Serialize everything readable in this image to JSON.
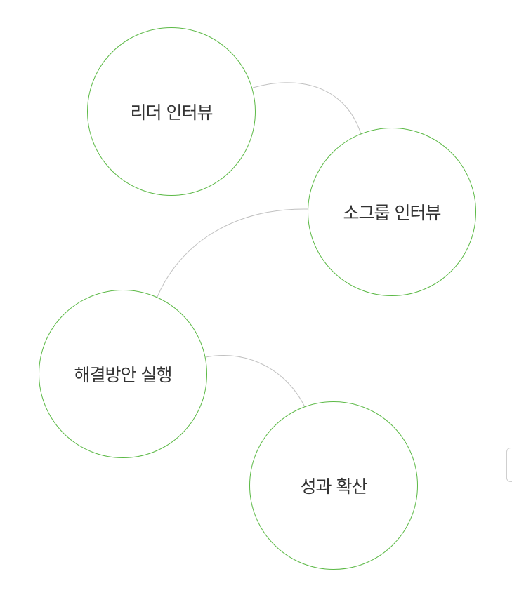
{
  "diagram": {
    "steps": [
      {
        "label": "리더 인터뷰"
      },
      {
        "label": "소그룹 인터뷰"
      },
      {
        "label": "해결방안 실행"
      },
      {
        "label": "성과 확산"
      }
    ],
    "colors": {
      "circle_border": "#5cb946",
      "connector": "#c0c0c0",
      "text": "#333333"
    }
  }
}
